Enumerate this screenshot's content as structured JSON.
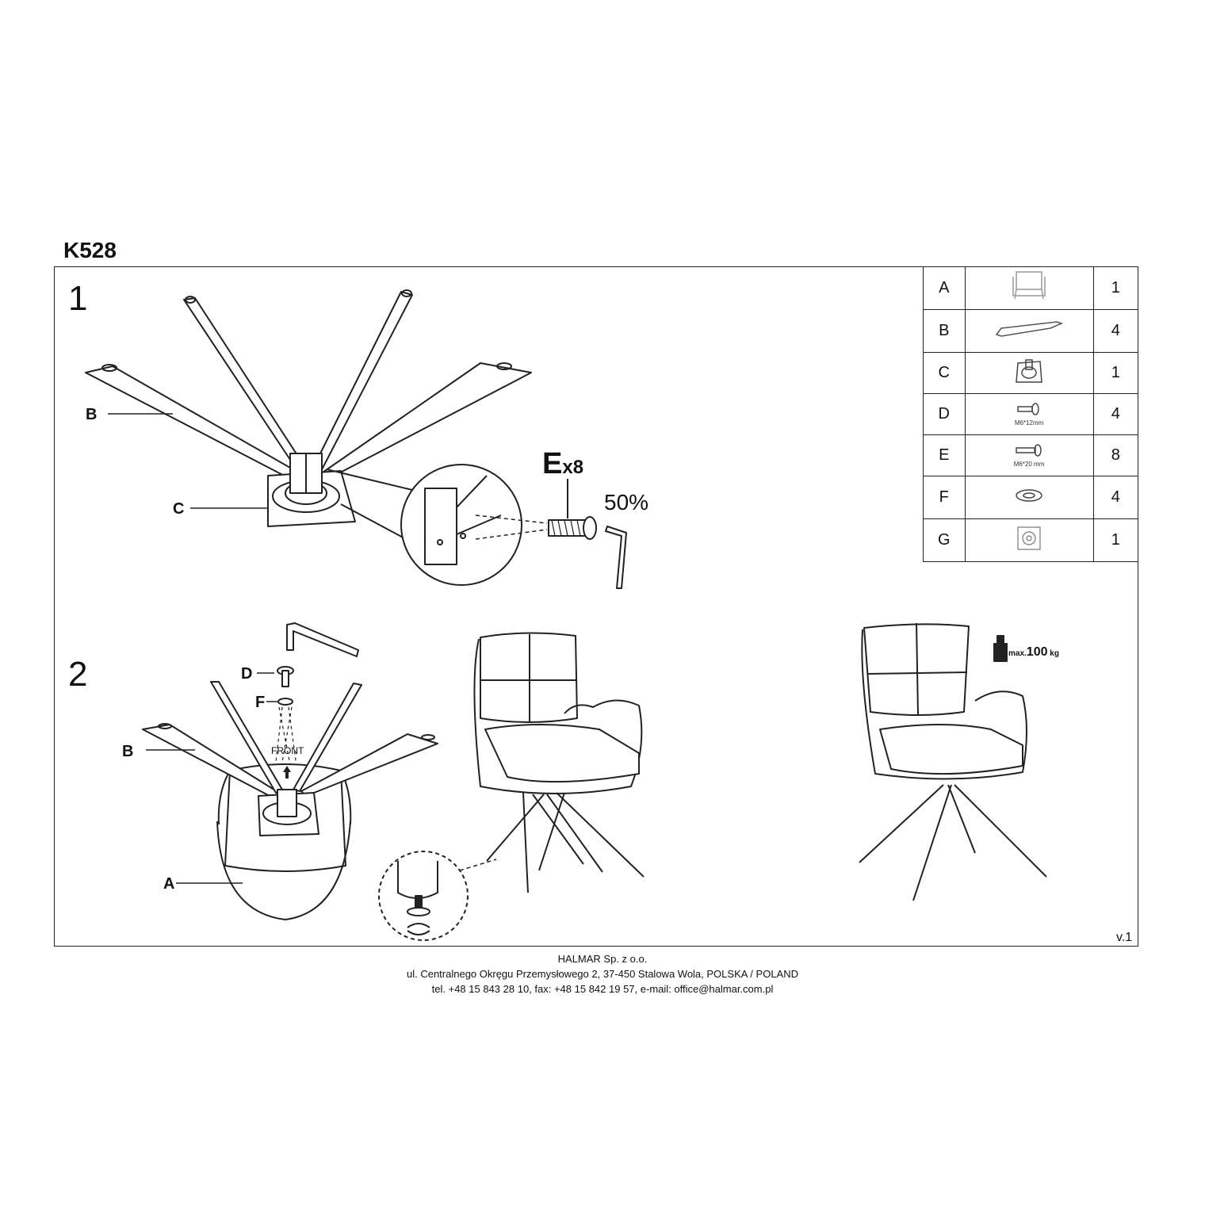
{
  "header": {
    "model": "K528"
  },
  "steps": {
    "step1": "1",
    "step2": "2"
  },
  "labels": {
    "b1": "B",
    "c1": "C",
    "d2": "D",
    "f2": "F",
    "b2": "B",
    "a2": "A",
    "screws": "Ex8",
    "screws_letter": "E",
    "screws_count": "x8",
    "tighten": "50%",
    "front": "FRONT"
  },
  "parts": [
    {
      "letter": "A",
      "icon": "chair-seat-icon",
      "caption": "",
      "qty": "1"
    },
    {
      "letter": "B",
      "icon": "leg-icon",
      "caption": "",
      "qty": "4"
    },
    {
      "letter": "C",
      "icon": "swivel-plate-icon",
      "caption": "",
      "qty": "1"
    },
    {
      "letter": "D",
      "icon": "bolt-short-icon",
      "caption": "M6*12mm",
      "qty": "4"
    },
    {
      "letter": "E",
      "icon": "bolt-long-icon",
      "caption": "M6*20 mm",
      "qty": "8"
    },
    {
      "letter": "F",
      "icon": "washer-icon",
      "caption": "",
      "qty": "4"
    },
    {
      "letter": "G",
      "icon": "mechanism-plate-icon",
      "caption": "",
      "qty": "1"
    }
  ],
  "load": {
    "prefix": "max.",
    "value": "100",
    "unit": "kg"
  },
  "version": "v.1",
  "footer": {
    "line1": "HALMAR Sp. z o.o.",
    "line2": "ul. Centralnego Okręgu Przemysłowego 2, 37-450 Stalowa Wola, POLSKA / POLAND",
    "line3": "tel. +48 15 843 28 10, fax: +48 15 842 19 57, e-mail: office@halmar.com.pl"
  }
}
